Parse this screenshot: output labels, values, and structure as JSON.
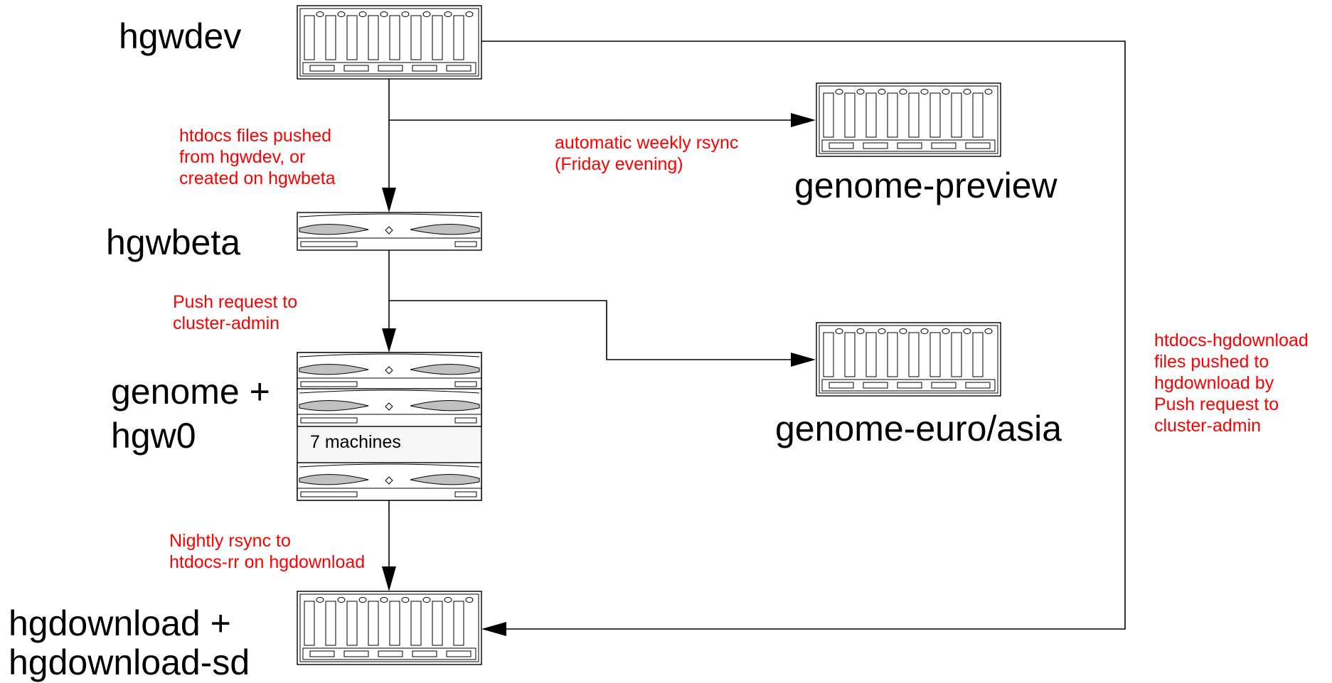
{
  "colors": {
    "line": "#000000",
    "note": "#ff0000",
    "rack_fill": "#f2f2f2",
    "bar_fill": "#c0c0c0"
  },
  "nodes": {
    "hgwdev": {
      "label": "hgwdev",
      "icon": "tower-server-icon"
    },
    "genome_preview": {
      "label": "genome-preview",
      "icon": "tower-server-icon"
    },
    "hgwbeta": {
      "label": "hgwbeta",
      "icon": "rack-server-icon"
    },
    "genome_hgw0": {
      "label_line1": "genome +",
      "label_line2": "hgw0",
      "icon": "rack-server-stack-icon",
      "stack_text": "7 machines"
    },
    "genome_euro_asia": {
      "label": "genome-euro/asia",
      "icon": "tower-server-icon"
    },
    "hgdownload": {
      "label_line1": "hgdownload +",
      "label_line2": "hgdownload-sd",
      "icon": "tower-server-icon"
    }
  },
  "notes": {
    "htdocs_push": "htdocs files pushed\nfrom hgwdev, or\ncreated on hgwbeta",
    "weekly_rsync": "automatic weekly rsync\n(Friday evening)",
    "push_request": "Push request to\ncluster-admin",
    "nightly_rsync": "Nightly rsync to\nhtdocs-rr on hgdownload",
    "hgdownload_push": "htdocs-hgdownload\nfiles pushed to\nhgdownload by\nPush request to\ncluster-admin"
  }
}
